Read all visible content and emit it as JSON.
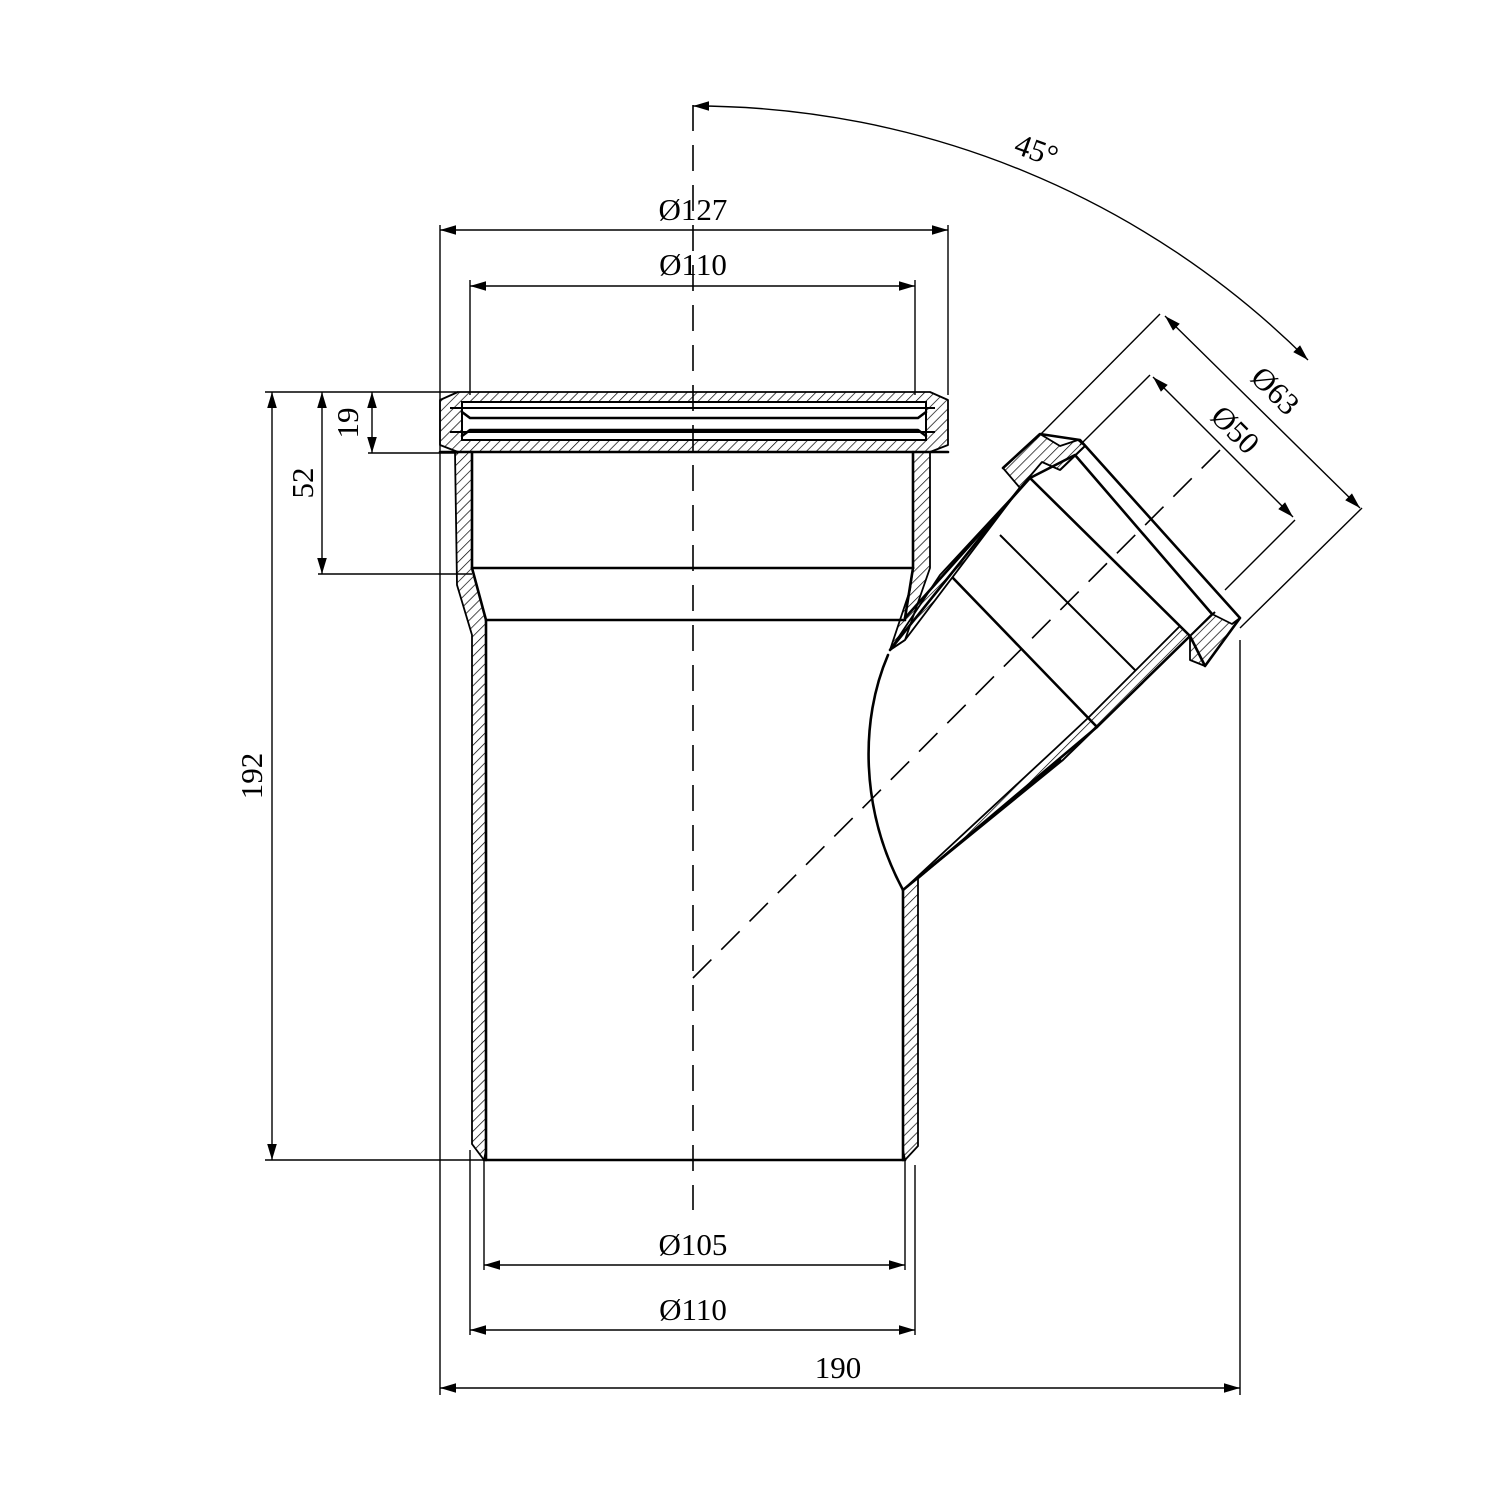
{
  "drawing": {
    "dimensions": {
      "socket_outer_diameter": "Ø127",
      "socket_inner_diameter": "Ø110",
      "spigot_inner_diameter": "Ø105",
      "spigot_outer_diameter": "Ø110",
      "overall_width": "190",
      "overall_height": "192",
      "socket_depth": "52",
      "seal_ring_height": "19",
      "branch_outer_diameter": "Ø63",
      "branch_inner_diameter": "Ø50",
      "branch_angle": "45°"
    }
  }
}
